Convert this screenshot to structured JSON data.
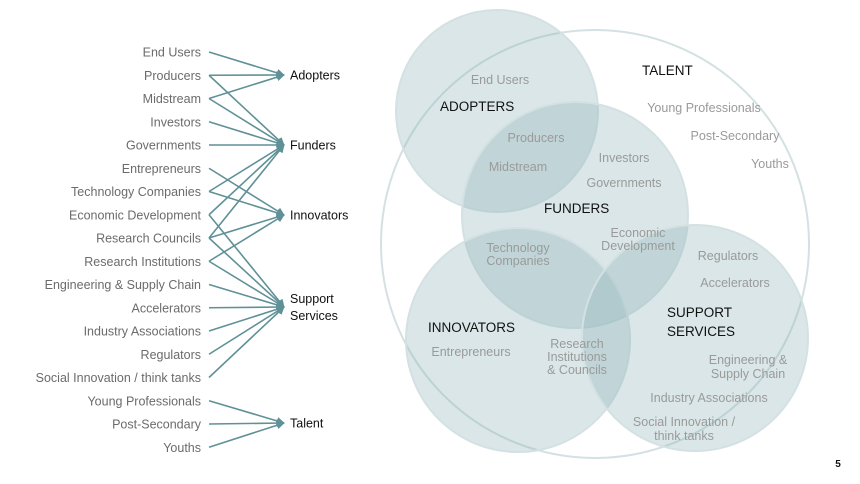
{
  "colors": {
    "connector": "#5f9197",
    "venn_fill": "#8fb3b8",
    "venn_stroke": "#d4e1e3",
    "muted_text": "#9a9a9a",
    "dark_text": "#111111",
    "source_text": "#6b6b6b"
  },
  "sources": [
    {
      "label": "End Users",
      "targets": [
        0
      ]
    },
    {
      "label": "Producers",
      "targets": [
        0,
        1
      ]
    },
    {
      "label": "Midstream",
      "targets": [
        0,
        1
      ]
    },
    {
      "label": "Investors",
      "targets": [
        1
      ]
    },
    {
      "label": "Governments",
      "targets": [
        1
      ]
    },
    {
      "label": "Entrepreneurs",
      "targets": [
        2
      ]
    },
    {
      "label": "Technology Companies",
      "targets": [
        1,
        2
      ]
    },
    {
      "label": "Economic Development",
      "targets": [
        1,
        3
      ]
    },
    {
      "label": "Research Councils",
      "targets": [
        1,
        2,
        3
      ]
    },
    {
      "label": "Research Institutions",
      "targets": [
        2,
        3
      ]
    },
    {
      "label": "Engineering & Supply Chain",
      "targets": [
        3
      ]
    },
    {
      "label": "Accelerators",
      "targets": [
        3
      ]
    },
    {
      "label": "Industry Associations",
      "targets": [
        3
      ]
    },
    {
      "label": "Regulators",
      "targets": [
        3
      ]
    },
    {
      "label": "Social Innovation / think tanks",
      "targets": [
        3
      ]
    },
    {
      "label": "Young Professionals",
      "targets": [
        4
      ]
    },
    {
      "label": "Post-Secondary",
      "targets": [
        4
      ]
    },
    {
      "label": "Youths",
      "targets": [
        4
      ]
    }
  ],
  "targets": [
    {
      "lines": [
        "Adopters"
      ]
    },
    {
      "lines": [
        "Funders"
      ]
    },
    {
      "lines": [
        "Innovators"
      ]
    },
    {
      "lines": [
        "Support",
        "Services"
      ]
    },
    {
      "lines": [
        "Talent"
      ]
    }
  ],
  "venn": {
    "circles": [
      "talent",
      "adopters",
      "funders",
      "innovators",
      "support-services"
    ],
    "group_labels": {
      "adopters": [
        "ADOPTERS"
      ],
      "talent": [
        "TALENT"
      ],
      "funders": [
        "FUNDERS"
      ],
      "innovators": [
        "INNOVATORS"
      ],
      "support_services": [
        "SUPPORT",
        "SERVICES"
      ]
    },
    "items": {
      "end_users": [
        "End Users"
      ],
      "producers": [
        "Producers"
      ],
      "midstream": [
        "Midstream"
      ],
      "investors": [
        "Investors"
      ],
      "governments": [
        "Governments"
      ],
      "young_professionals": [
        "Young Professionals"
      ],
      "post_secondary": [
        "Post-Secondary"
      ],
      "youths": [
        "Youths"
      ],
      "technology_companies": [
        "Technology",
        "Companies"
      ],
      "economic_development": [
        "Economic",
        "Development"
      ],
      "regulators": [
        "Regulators"
      ],
      "accelerators": [
        "Accelerators"
      ],
      "entrepreneurs": [
        "Entrepreneurs"
      ],
      "research_institutions": [
        "Research",
        "Institutions",
        "& Councils"
      ],
      "engineering_supply_chain": [
        "Engineering &",
        "Supply Chain"
      ],
      "industry_associations": [
        "Industry Associations"
      ],
      "social_innovation": [
        "Social Innovation /",
        "think tanks"
      ]
    }
  },
  "page_number": "5"
}
